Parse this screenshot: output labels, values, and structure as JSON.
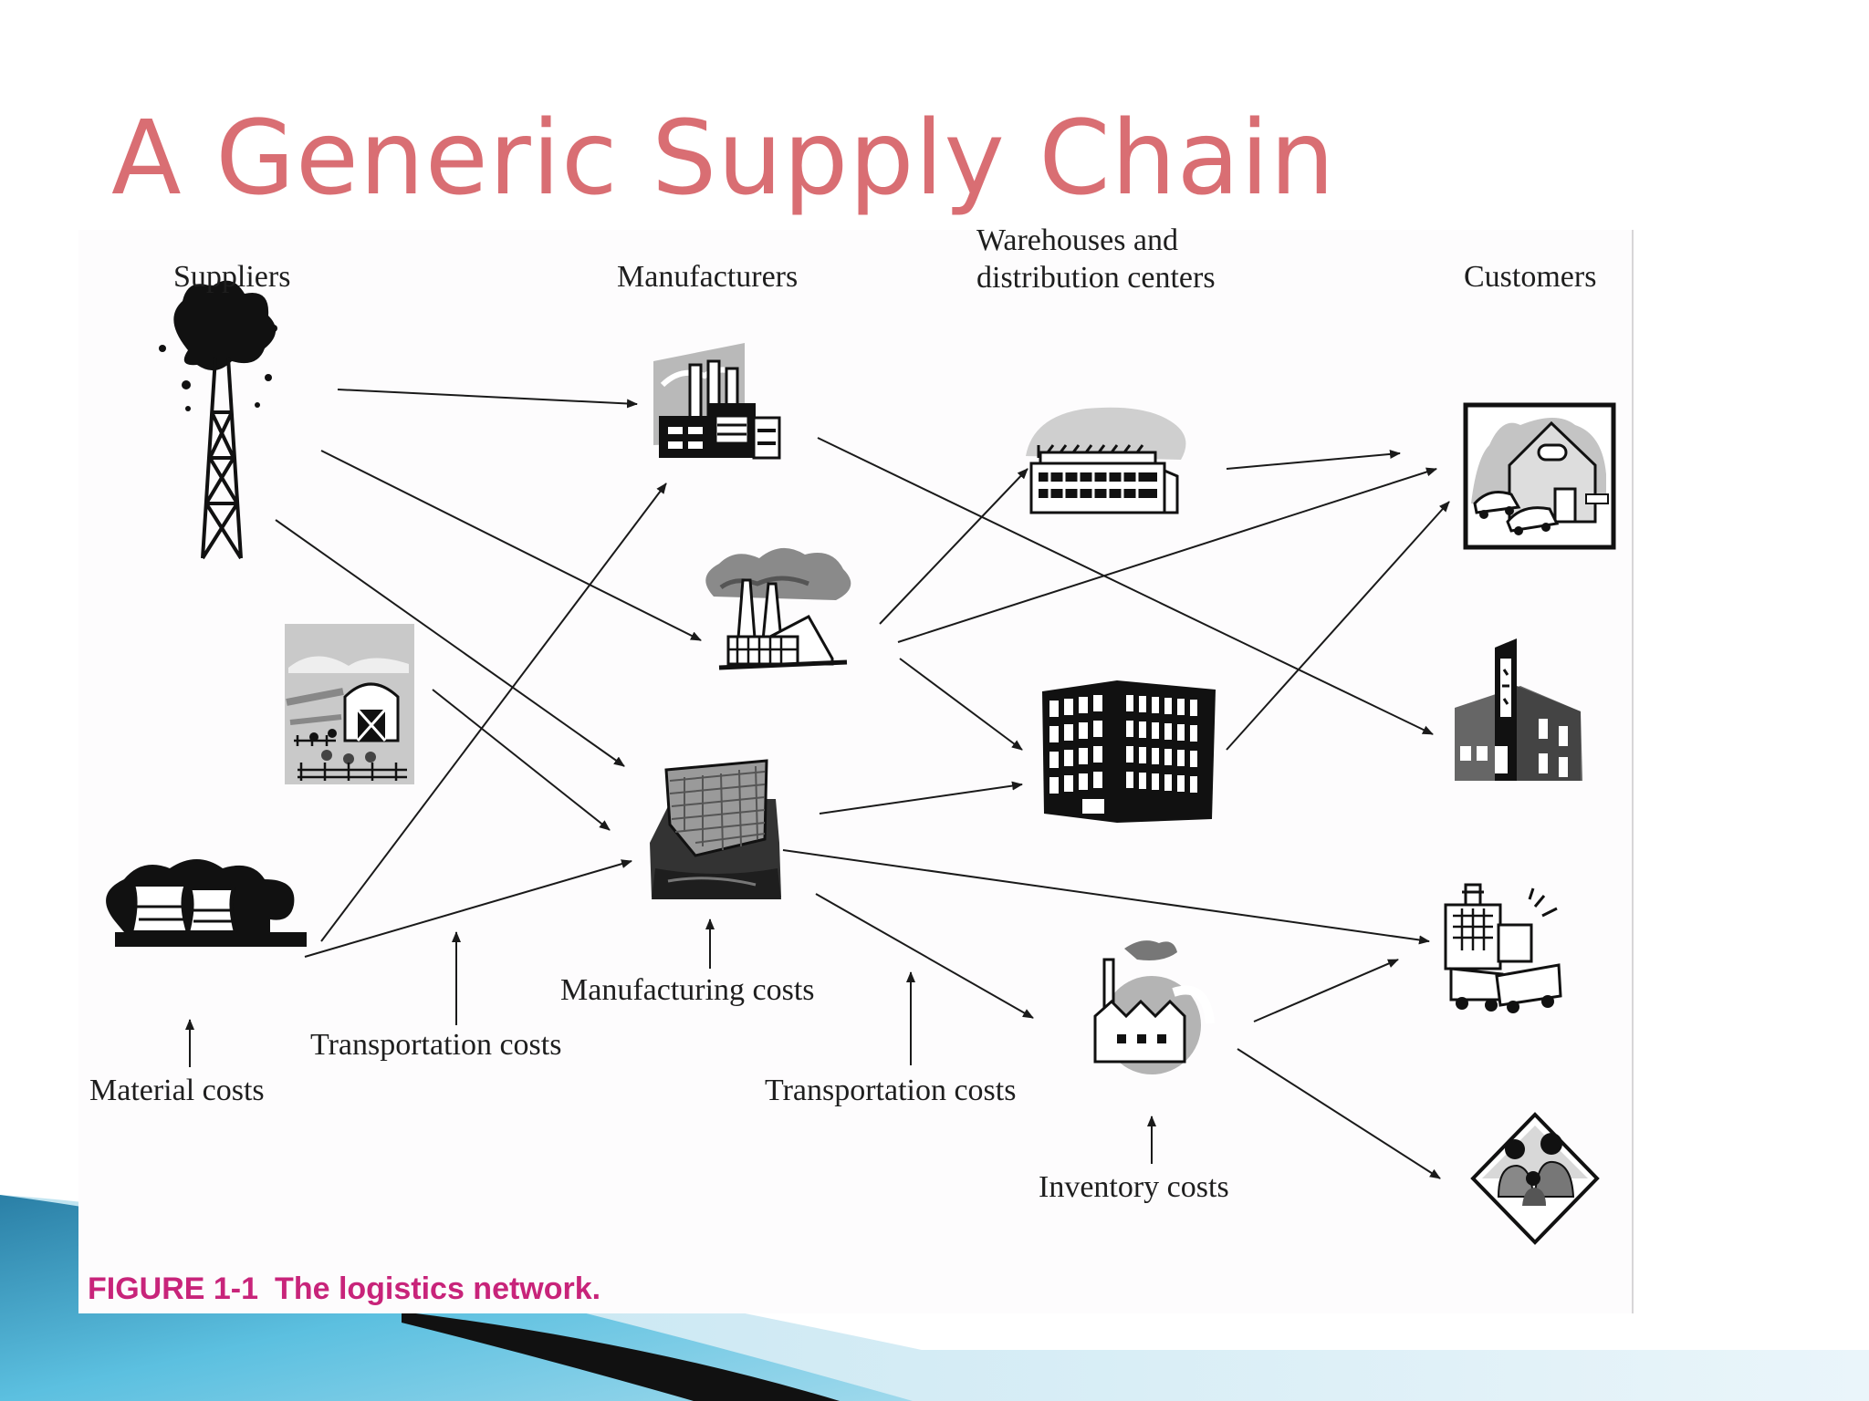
{
  "slide": {
    "title": "A Generic Supply Chain",
    "title_color": "#d96e73"
  },
  "figure": {
    "columns": {
      "suppliers": "Suppliers",
      "manufacturers": "Manufacturers",
      "warehouses_line1": "Warehouses and",
      "warehouses_line2": "distribution centers",
      "customers": "Customers"
    },
    "cost_labels": {
      "material": "Material costs",
      "transportation_1": "Transportation costs",
      "manufacturing": "Manufacturing costs",
      "transportation_2": "Transportation costs",
      "inventory": "Inventory costs"
    },
    "caption": {
      "number": "FIGURE 1-1",
      "text": "The logistics network.",
      "color": "#c8247a"
    },
    "nodes": {
      "suppliers": [
        "oil-well-icon",
        "farm-icon",
        "power-plant-icon"
      ],
      "manufacturers": [
        "factory-icon",
        "smokestack-factory-icon",
        "mill-building-icon"
      ],
      "warehouses": [
        "warehouse-icon",
        "office-building-icon",
        "small-factory-icon"
      ],
      "customers": [
        "house-icon",
        "store-icon",
        "city-traffic-icon",
        "family-icon"
      ]
    },
    "flows": [
      [
        "oil-well",
        "factory"
      ],
      [
        "oil-well",
        "smokestack-factory"
      ],
      [
        "oil-well",
        "mill-building"
      ],
      [
        "farm",
        "mill-building"
      ],
      [
        "power-plant",
        "factory"
      ],
      [
        "power-plant",
        "mill-building"
      ],
      [
        "factory",
        "store"
      ],
      [
        "smokestack-factory",
        "warehouse"
      ],
      [
        "smokestack-factory",
        "house"
      ],
      [
        "smokestack-factory",
        "office-building"
      ],
      [
        "mill-building",
        "office-building"
      ],
      [
        "mill-building",
        "city-traffic"
      ],
      [
        "mill-building",
        "small-factory"
      ],
      [
        "warehouse",
        "house"
      ],
      [
        "office-building",
        "house"
      ],
      [
        "small-factory",
        "city-traffic"
      ],
      [
        "small-factory",
        "family"
      ]
    ]
  }
}
